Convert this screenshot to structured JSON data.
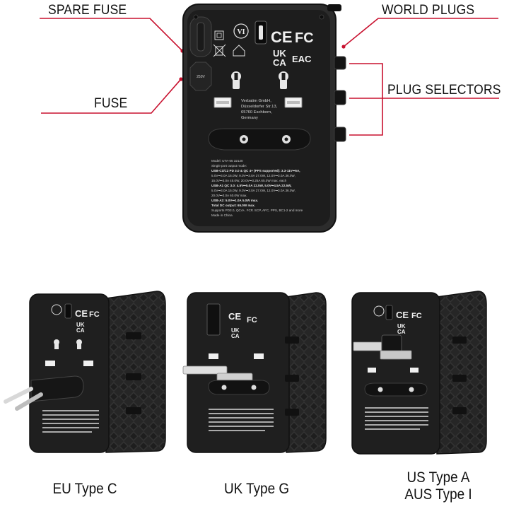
{
  "callouts": {
    "spare_fuse": "SPARE FUSE",
    "fuse": "FUSE",
    "world_plugs": "WORLD PLUGS",
    "plug_selectors": "PLUG SELECTORS"
  },
  "colors": {
    "callout_line": "#c8102e",
    "device_body": "#2b2b2b",
    "device_face": "#1e1e1e",
    "background": "#ffffff"
  },
  "device": {
    "logo": "VI",
    "ce_mark": "CE",
    "fc_mark": "FC",
    "ukca_top": "UK",
    "ukca_bottom": "CA",
    "eac_mark": "EAC",
    "fuse_cover_text": "250V",
    "manufacturer": [
      "Verbatim GmbH,",
      "Düsseldorfer Str.13,",
      "65760 Eschborn,",
      "Germany"
    ],
    "spec_lines": [
      "Model:  UTA-05 32120",
      "Single port output mode:",
      "USB-C1/C2 PD 3.0 & QC 4+ (PPS supported): 3.3-11V⎓5A,",
      "5.0V⎓3.0A 15.0W, 9.0V⎓3.0A 27.0W, 12.0V⎓3.0A 36.0W,",
      "15.0V⎓3.0A 45.0W, 20.0V⎓3.25A 65.0W max. each",
      "USB-A1 QC 3.0: 4.5V⎓5.0A 22.5W, 5.0V⎓4.5A 22.5W,",
      "5.0V⎓3.0A 15.0W, 9.0V⎓3.0A 27.0W, 12.0V⎓3.0A 36.0W,",
      "20.0V⎓3.0A 60.0W max.",
      "USB-A2: 5.0V⎓1.0A 5.0W max.",
      "Total DC output: 65.0W max.",
      "Supports PD3.0, QC4+, FCP, SCP, AFC, PPS, BC1-2 and more",
      "Made in China"
    ]
  },
  "variants": [
    {
      "caption_lines": [
        "EU Type C"
      ]
    },
    {
      "caption_lines": [
        "UK Type G"
      ]
    },
    {
      "caption_lines": [
        "US Type A",
        "AUS Type I"
      ]
    }
  ]
}
